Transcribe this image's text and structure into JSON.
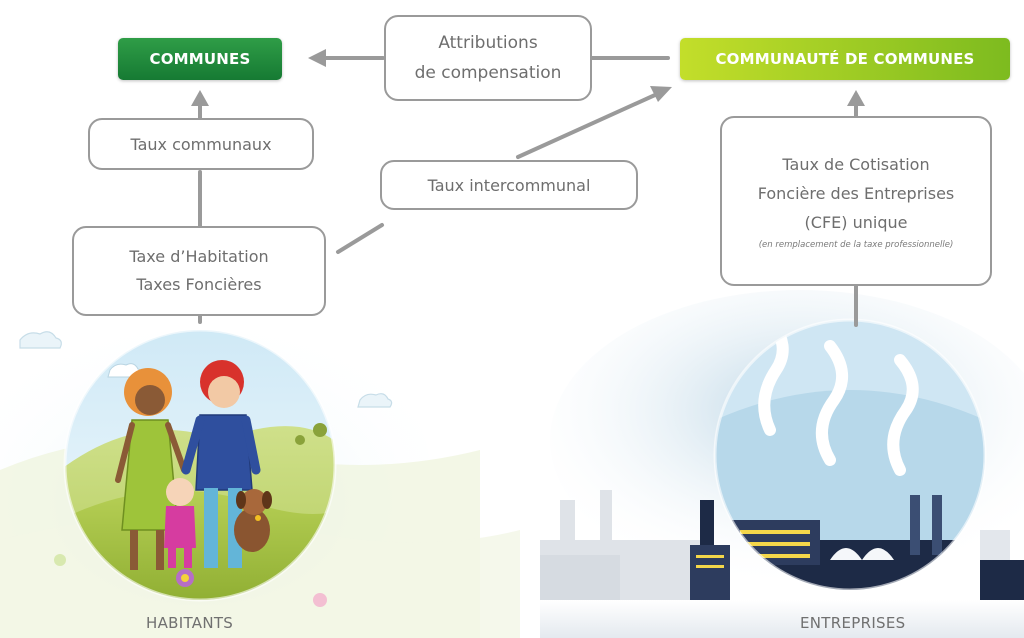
{
  "nodes": {
    "communes": "COMMUNES",
    "communaute": "COMMUNAUTÉ DE COMMUNES",
    "attributions_line1": "Attributions",
    "attributions_line2": "de compensation",
    "taux_communaux": "Taux communaux",
    "taux_intercommunal": "Taux intercommunal",
    "taxe_line1": "Taxe d’Habitation",
    "taxe_line2": "Taxes Foncières",
    "cfe_line1": "Taux de Cotisation",
    "cfe_line2": "Foncière des Entreprises",
    "cfe_line3": "(CFE) unique",
    "cfe_note": "(en remplacement de la taxe professionnelle)"
  },
  "captions": {
    "habitants": "HABITANTS",
    "entreprises": "ENTREPRISES"
  },
  "colors": {
    "communes_badge": "#1e8a3c",
    "communaute_badge": "#8cc21f",
    "arrow": "#9a9a9a",
    "box_border": "#9a9a9a",
    "text": "#6e6e6e"
  }
}
